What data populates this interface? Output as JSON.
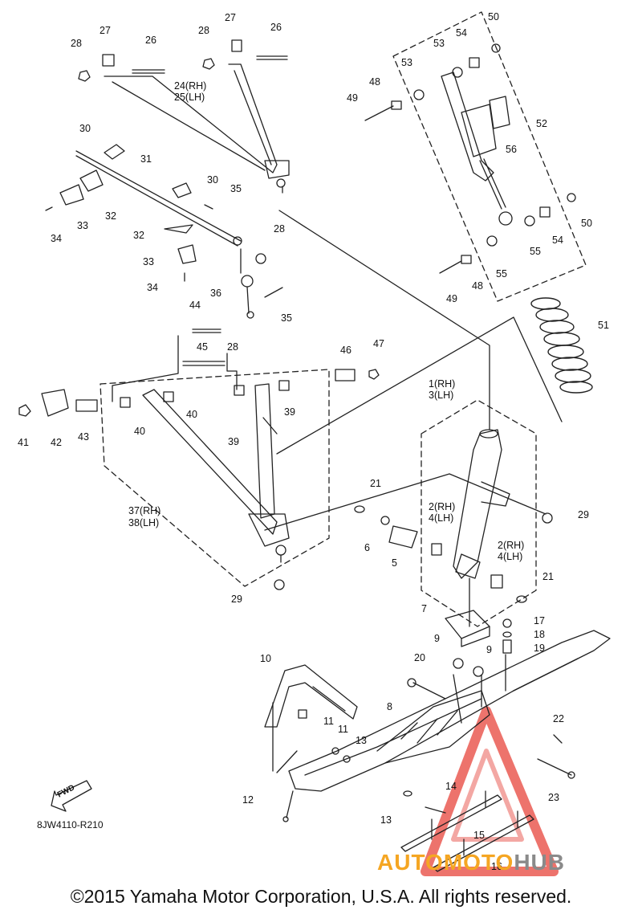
{
  "labels": {
    "p1": "1(RH)",
    "p3": "3(LH)",
    "p2a": "2(RH)",
    "p4a": "4(LH)",
    "p2b": "2(RH)",
    "p4b": "4(LH)",
    "p5": "5",
    "p6": "6",
    "p7": "7",
    "p8": "8",
    "p9a": "9",
    "p9b": "9",
    "p10": "10",
    "p11a": "11",
    "p11b": "11",
    "p12": "12",
    "p13a": "13",
    "p13b": "13",
    "p14": "14",
    "p15": "15",
    "p16": "16",
    "p17": "17",
    "p18": "18",
    "p19": "19",
    "p20": "20",
    "p21a": "21",
    "p21b": "21",
    "p22": "22",
    "p23": "23",
    "p24": "24(RH)",
    "p25": "25(LH)",
    "p26a": "26",
    "p26b": "26",
    "p27a": "27",
    "p27b": "27",
    "p28a": "28",
    "p28b": "28",
    "p28c": "28",
    "p28d": "28",
    "p29a": "29",
    "p29b": "29",
    "p30a": "30",
    "p30b": "30",
    "p31": "31",
    "p32a": "32",
    "p32b": "32",
    "p33a": "33",
    "p33b": "33",
    "p34a": "34",
    "p34b": "34",
    "p35a": "35",
    "p35b": "35",
    "p36": "36",
    "p37": "37(RH)",
    "p38": "38(LH)",
    "p39a": "39",
    "p39b": "39",
    "p40a": "40",
    "p40b": "40",
    "p41": "41",
    "p42": "42",
    "p43": "43",
    "p44": "44",
    "p45": "45",
    "p46": "46",
    "p47": "47",
    "p48a": "48",
    "p48b": "48",
    "p49a": "49",
    "p49b": "49",
    "p50a": "50",
    "p50b": "50",
    "p51": "51",
    "p52": "52",
    "p53a": "53",
    "p53b": "53",
    "p54a": "54",
    "p54b": "54",
    "p55a": "55",
    "p55b": "55",
    "p56": "56"
  },
  "fwd_badge": "FWD",
  "diagram_code": "8JW4110-R210",
  "copyright": "©2015 Yamaha Motor Corporation, U.S.A. All rights reserved.",
  "watermark": {
    "part1": "AUTOMOTO",
    "part2": "HUB"
  },
  "colors": {
    "line": "#222222",
    "watermark_red": "#e8453c",
    "watermark_orange": "#f5a623",
    "watermark_gray": "#8a8a8a"
  }
}
